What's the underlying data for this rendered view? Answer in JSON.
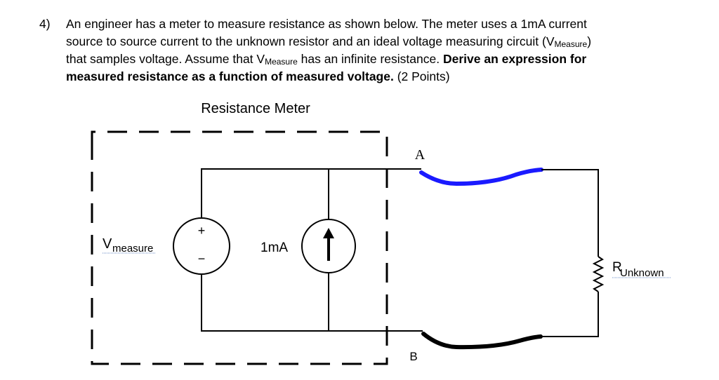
{
  "question": {
    "number": "4)",
    "line1": "An engineer has a meter to measure resistance as shown below.  The meter uses a 1mA current",
    "line2a": "source to source current to the unknown resistor and an ideal voltage measuring circuit (V",
    "line2_sub": "Measure",
    "line2b": ")",
    "line3a": "that samples voltage.  Assume that V",
    "line3_sub": "Measure",
    "line3b": " has an infinite resistance. ",
    "line3_bold": "Derive an expression for",
    "line4_bold": "measured resistance as a function of measured voltage.",
    "line4_tail": " (2 Points)"
  },
  "diagram": {
    "title": "Resistance Meter",
    "node_a": "A",
    "node_b": "B",
    "vmeasure_main": "V",
    "vmeasure_sub": "measure",
    "plus_sign": "+",
    "minus_sign": "−",
    "current_source": "1mA",
    "runknown_main": "R",
    "runknown_sub": "Unknown",
    "colors": {
      "wire": "#000000",
      "probe_a": "#1a1aff",
      "probe_b": "#000000"
    }
  }
}
